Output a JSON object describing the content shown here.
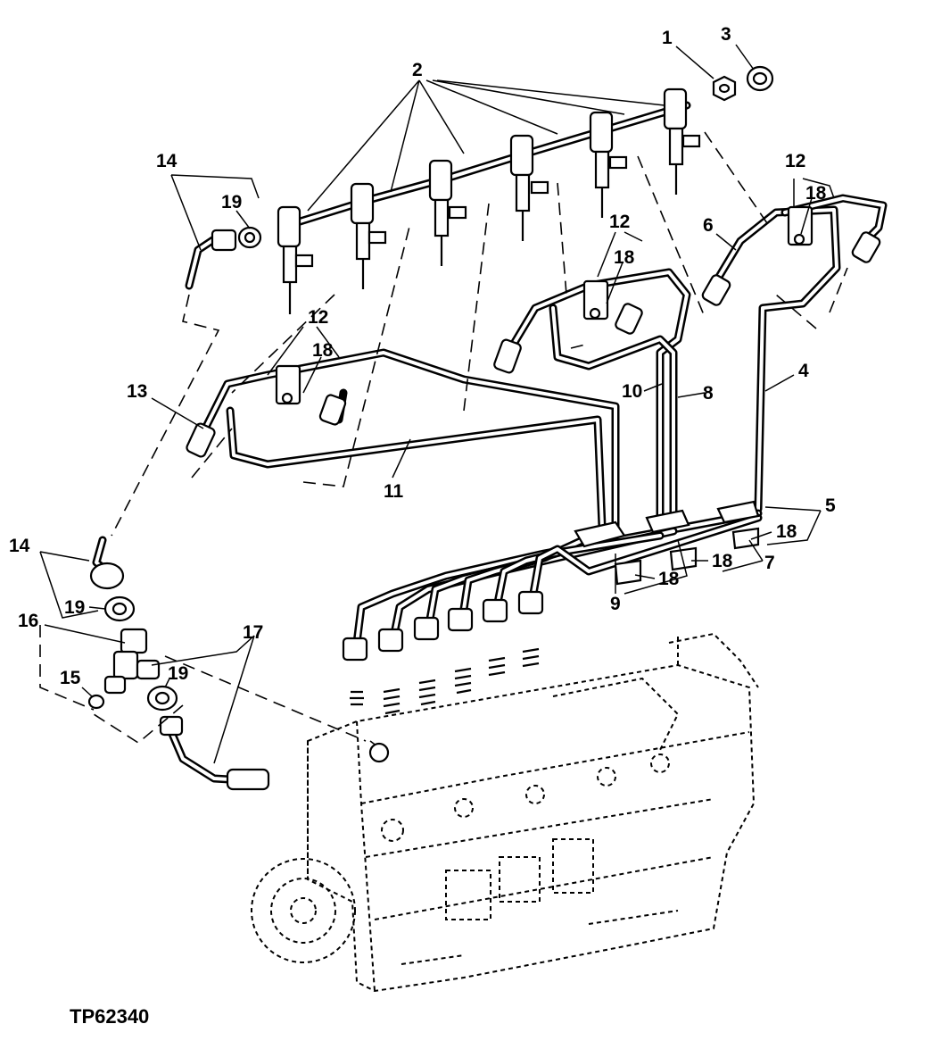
{
  "figure": {
    "id": "TP62340"
  },
  "callouts": [
    {
      "key": "c1",
      "text": "1"
    },
    {
      "key": "c3",
      "text": "3"
    },
    {
      "key": "c2",
      "text": "2"
    },
    {
      "key": "c14a",
      "text": "14"
    },
    {
      "key": "c19a",
      "text": "19"
    },
    {
      "key": "c12a",
      "text": "12"
    },
    {
      "key": "c18a",
      "text": "18"
    },
    {
      "key": "c12b",
      "text": "12"
    },
    {
      "key": "c18b",
      "text": "18"
    },
    {
      "key": "c6",
      "text": "6"
    },
    {
      "key": "c12c",
      "text": "12"
    },
    {
      "key": "c18c",
      "text": "18"
    },
    {
      "key": "c13",
      "text": "13"
    },
    {
      "key": "c10",
      "text": "10"
    },
    {
      "key": "c8",
      "text": "8"
    },
    {
      "key": "c4",
      "text": "4"
    },
    {
      "key": "c11",
      "text": "11"
    },
    {
      "key": "c5",
      "text": "5"
    },
    {
      "key": "c18d",
      "text": "18"
    },
    {
      "key": "c18e",
      "text": "18"
    },
    {
      "key": "c7",
      "text": "7"
    },
    {
      "key": "c18f",
      "text": "18"
    },
    {
      "key": "c9",
      "text": "9"
    },
    {
      "key": "c14b",
      "text": "14"
    },
    {
      "key": "c19b",
      "text": "19"
    },
    {
      "key": "c16",
      "text": "16"
    },
    {
      "key": "c17",
      "text": "17"
    },
    {
      "key": "c15",
      "text": "15"
    },
    {
      "key": "c19c",
      "text": "19"
    }
  ],
  "colors": {
    "ink": "#000000",
    "paper": "#ffffff"
  }
}
